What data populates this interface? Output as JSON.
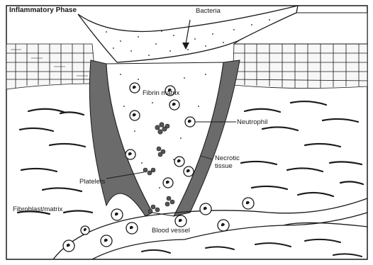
{
  "title": "Inflammatory Phase",
  "labels": {
    "bacteria": "Bacteria",
    "fibrin_matrix": "Fibrin matrix",
    "neutrophil": "Neutrophil",
    "necrotic_tissue": "Necrotic tissue",
    "platelets": "Platelets",
    "fibroblast_matrix": "Fibroblast/matrix",
    "blood_vessel": "Blood vessel"
  },
  "colors": {
    "ink": "#1a1a1a",
    "necrotic_fill": "#6b6b6b",
    "platelet_fill": "#555555",
    "background": "#ffffff"
  }
}
